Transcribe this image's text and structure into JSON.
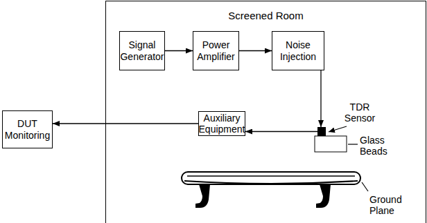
{
  "diagram": {
    "nodes": [
      {
        "text": [
          "Screened Room"
        ]
      },
      {
        "text": [
          "Signal Generator"
        ],
        "in": 0
      },
      {
        "text": [
          "Power Amplifier"
        ],
        "in": 0
      },
      {
        "text": [
          "Noise Injection"
        ],
        "in": 0
      },
      {
        "text": [
          "TDR Sensor"
        ],
        "in": 0
      },
      {
        "text": [
          "Auxiliary Equipment"
        ],
        "in": 0
      },
      {
        "text": [
          "DUT Monitoring"
        ]
      }
    ],
    "edges": [
      {
        "from": 1,
        "to": 2,
        "arrow": "to"
      },
      {
        "from": 2,
        "to": 3,
        "arrow": "to"
      },
      {
        "from": 3,
        "to": 4,
        "arrow": "to"
      },
      {
        "from": 4,
        "to": 5,
        "arrow": "to"
      },
      {
        "from": 5,
        "to": 6,
        "arrow": "to"
      }
    ],
    "labels": [
      "Glass Beads",
      "Ground Plane"
    ]
  }
}
